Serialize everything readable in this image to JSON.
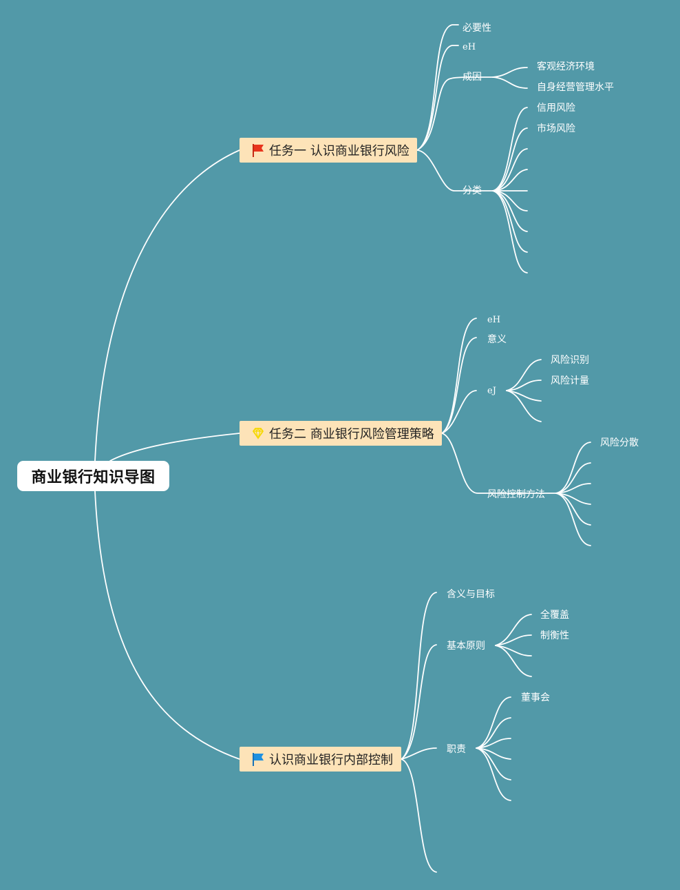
{
  "root": {
    "title": "商业银行知识导图"
  },
  "task1": {
    "title": "任务一 认识商业银行风险",
    "icon": "red-flag-icon",
    "items": {
      "necessity": "必要性",
      "eh": "eH",
      "causes": {
        "label": "成因",
        "children": [
          "客观经济环境",
          "自身经营管理水平"
        ]
      },
      "categories": {
        "label": "分类",
        "children": [
          "信用风险",
          "市场风险"
        ]
      }
    }
  },
  "task2": {
    "title": "任务二 商业银行风险管理策略",
    "icon": "diamond-icon",
    "items": {
      "eh": "eH",
      "meaning": "意义",
      "ej": {
        "label": "eJ",
        "children": [
          "风险识别",
          "风险计量"
        ]
      },
      "methods": {
        "label": "风险控制方法",
        "children": [
          "风险分散"
        ]
      }
    }
  },
  "task3": {
    "title": "认识商业银行内部控制",
    "icon": "blue-flag-icon",
    "items": {
      "meaning": "含义与目标",
      "principles": {
        "label": "基本原则",
        "children": [
          "全覆盖",
          "制衡性"
        ]
      },
      "duties": {
        "label": "职责",
        "children": [
          "董事会"
        ]
      }
    }
  },
  "colors": {
    "background": "#5299a8",
    "task_fill": "#fde3b8",
    "red_flag": "#e8341c",
    "diamond": "#f5d800",
    "blue_flag": "#1e90e0"
  }
}
